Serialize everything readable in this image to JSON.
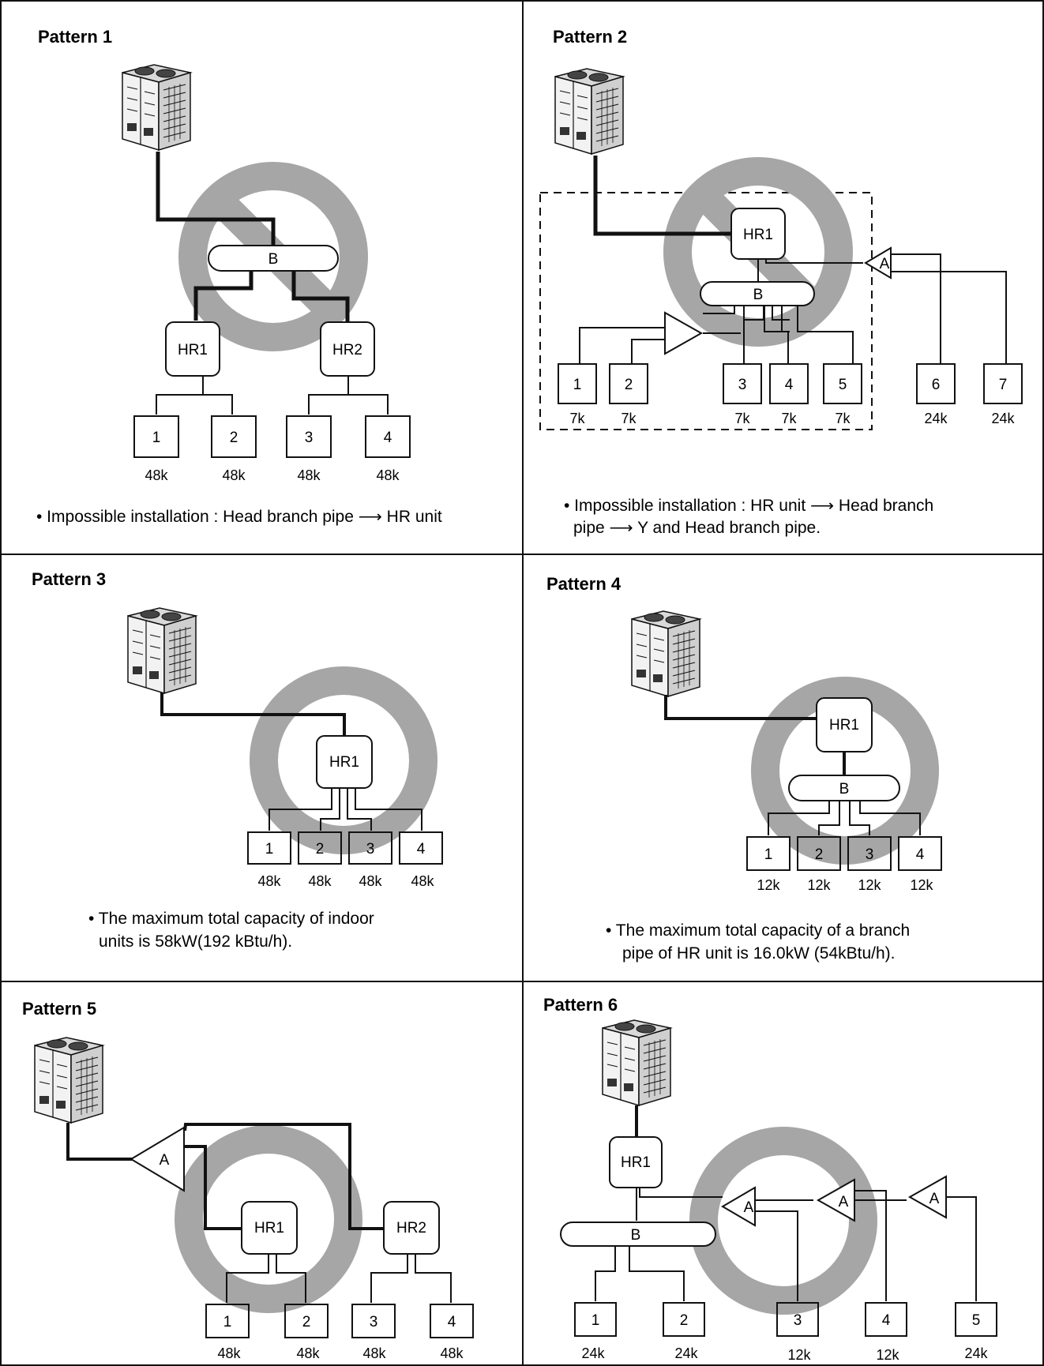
{
  "colors": {
    "line": "#111111",
    "prohibit": "#a6a6a6",
    "unit": "#e8e8e8"
  },
  "icons": {
    "outdoor_unit": "outdoor-unit-icon",
    "prohibit": "prohibited-sign",
    "allowed": "allowed-ring"
  },
  "pattern1": {
    "title": "Pattern 1",
    "branch_label": "B",
    "hr": [
      "HR1",
      "HR2"
    ],
    "indoor": [
      "1",
      "2",
      "3",
      "4"
    ],
    "cap": [
      "48k",
      "48k",
      "48k",
      "48k"
    ],
    "note": "• Impossible installation : Head branch pipe ⟶ HR unit"
  },
  "pattern2": {
    "title": "Pattern 2",
    "hr": [
      "HR1"
    ],
    "branch_label": "B",
    "y_label": "A",
    "indoor": [
      "1",
      "2",
      "3",
      "4",
      "5",
      "6",
      "7"
    ],
    "cap": [
      "7k",
      "7k",
      "7k",
      "7k",
      "7k",
      "24k",
      "24k"
    ],
    "note_lines": [
      "• Impossible installation : HR unit ⟶ Head branch",
      "pipe ⟶ Y and Head branch pipe."
    ]
  },
  "pattern3": {
    "title": "Pattern 3",
    "hr": [
      "HR1"
    ],
    "indoor": [
      "1",
      "2",
      "3",
      "4"
    ],
    "cap": [
      "48k",
      "48k",
      "48k",
      "48k"
    ],
    "note_lines": [
      "• The maximum total capacity of indoor",
      "units is 58kW(192 kBtu/h)."
    ]
  },
  "pattern4": {
    "title": "Pattern 4",
    "hr": [
      "HR1"
    ],
    "branch_label": "B",
    "indoor": [
      "1",
      "2",
      "3",
      "4"
    ],
    "cap": [
      "12k",
      "12k",
      "12k",
      "12k"
    ],
    "note_lines": [
      "•  The maximum total capacity of a branch",
      "pipe of HR unit is 16.0kW (54kBtu/h)."
    ]
  },
  "pattern5": {
    "title": "Pattern 5",
    "y_label": "A",
    "hr": [
      "HR1",
      "HR2"
    ],
    "indoor": [
      "1",
      "2",
      "3",
      "4"
    ],
    "cap": [
      "48k",
      "48k",
      "48k",
      "48k"
    ]
  },
  "pattern6": {
    "title": "Pattern 6",
    "hr": [
      "HR1"
    ],
    "branch_label": "B",
    "y_labels": [
      "A",
      "A",
      "A"
    ],
    "indoor": [
      "1",
      "2",
      "3",
      "4",
      "5"
    ],
    "cap": [
      "24k",
      "24k",
      "12k",
      "12k",
      "24k"
    ]
  }
}
